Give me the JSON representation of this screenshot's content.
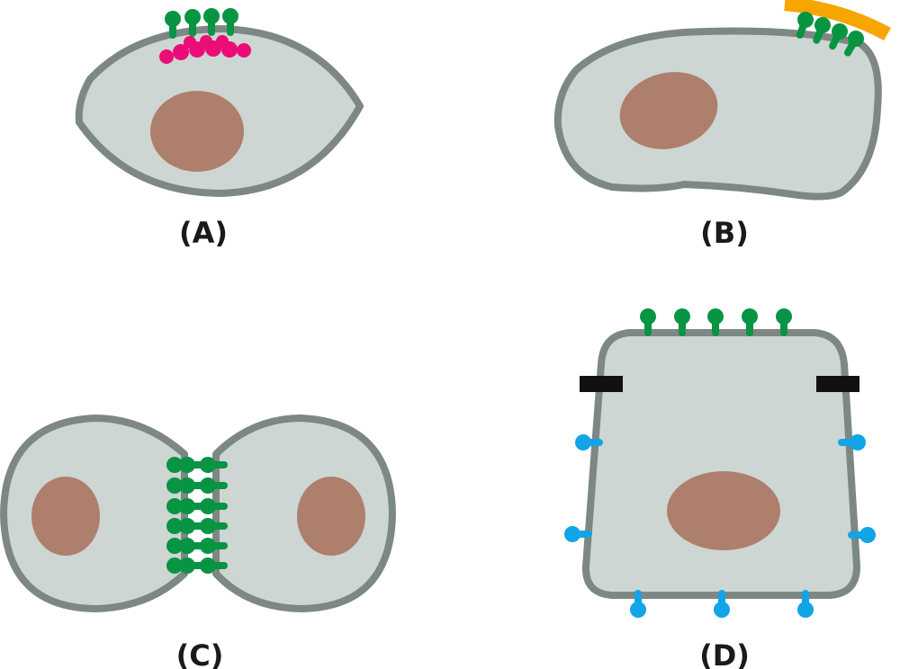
{
  "colors": {
    "cytoplasm": "#cdd6d3",
    "membrane": "#7d8784",
    "nucleus": "#ad7f6c",
    "green_protein": "#079443",
    "magenta_protein": "#ec0c78",
    "blue_protein": "#11a5e7",
    "orange_matrix": "#f7a500",
    "black_junction": "#111111"
  },
  "panels": [
    {
      "id": "A",
      "label": "(A)",
      "description_icon": "cell-with-protein-cluster-bound-to-cytoskeleton"
    },
    {
      "id": "B",
      "label": "(B)",
      "description_icon": "cell-with-proteins-bound-to-extracellular-matrix"
    },
    {
      "id": "C",
      "label": "(C)",
      "description_icon": "two-cells-joined-by-protein-adhesions"
    },
    {
      "id": "D",
      "label": "(D)",
      "description_icon": "polarized-epithelial-cell-with-tight-junctions"
    }
  ]
}
